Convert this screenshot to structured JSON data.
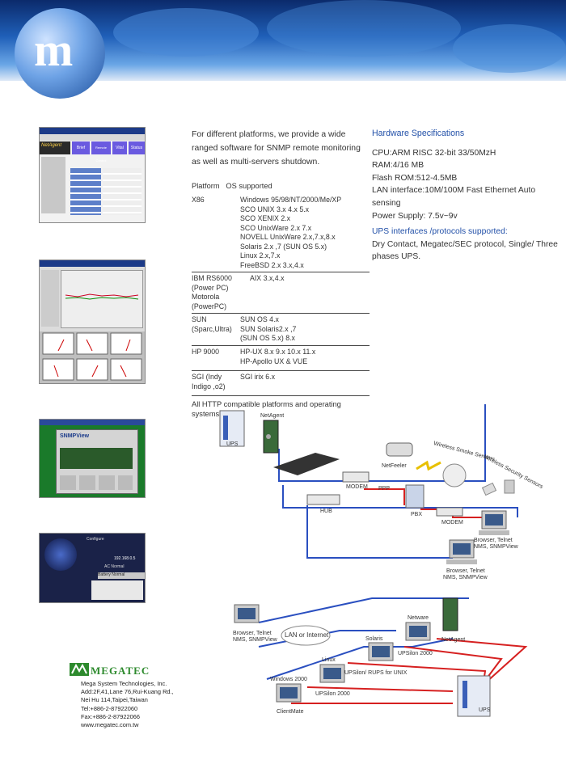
{
  "intro_text": "For different platforms, we provide a wide ranged software for SNMP remote monitoring as well as multi-servers shutdown.",
  "os_header": "Platform   OS supported",
  "os_rows": [
    {
      "platform": "X86",
      "os": [
        "Windows 95/98/NT/2000/Me/XP",
        "SCO UNIX 3.x 4.x 5.x",
        "SCO XENIX 2.x",
        "SCO UnixWare 2.x 7.x",
        "NOVELL UnixWare 2.x,7.x,8.x",
        "Solaris 2.x ,7 (SUN OS 5.x)",
        "Linux 2.x,7.x",
        "FreeBSD 2.x 3.x,4.x"
      ]
    },
    {
      "platform": "IBM RS6000 (Power PC) Motorola (PowerPC)",
      "os": [
        "AIX 3.x,4.x"
      ]
    },
    {
      "platform": "SUN (Sparc,Ultra)",
      "os": [
        "SUN OS 4.x",
        "SUN Solaris2.x ,7",
        "(SUN OS 5.x) 8.x"
      ]
    },
    {
      "platform": "HP 9000",
      "os": [
        "HP-UX 8.x 9.x 10.x 11.x",
        "HP-Apollo UX & VUE"
      ]
    },
    {
      "platform": "SGI (Indy Indigo ,o2)",
      "os": [
        "SGI irix 6.x"
      ]
    }
  ],
  "os_footer": "All HTTP compatible platforms and operating systems.",
  "hardware": {
    "title": "Hardware Specifications",
    "specs": [
      "CPU:ARM RISC 32-bit 33/50MzH",
      "RAM:4/16 MB",
      "Flash ROM:512-4.5MB",
      "LAN interface:10M/100M Fast Ethernet Auto sensing",
      "Power Supply: 7.5v~9v"
    ],
    "ups_title": "UPS interfaces /protocols supported:",
    "ups_text": "Dry Contact, Megatec/SEC protocol, Single/ Three phases UPS."
  },
  "diagram1": {
    "netagent": "NetAgent",
    "ups": "UPS",
    "netfeeler": "NetFeeler",
    "smoke": "Wireless Smoke Sensors",
    "security": "Wireless Security Sensors",
    "modem1": "MODEM",
    "ppp": "PPP",
    "pbx": "PBX",
    "hub": "HUB",
    "modem2": "MODEM",
    "browser1": "Browser, Telnet",
    "browser1b": "NMS, SNMPView",
    "browser2": "Browser, Telnet",
    "browser2b": "NMS, SNMPView"
  },
  "diagram2": {
    "browser": "Browser, Telnet",
    "browserb": "NMS, SNMPView",
    "lan": "LAN or Internet",
    "netware": "Netware",
    "netagent": "NetAgent",
    "solaris": "Solaris",
    "upsilon1": "UPSilon 2000",
    "linux": "Linux",
    "rups": "UPSilon/ RUPS for UNIX",
    "win2000": "Windows 2000",
    "upsilon2": "UPSilon 2000",
    "clientmate": "ClientMate",
    "ups": "UPS"
  },
  "screens": {
    "s1_title": "NetAgent",
    "s1_btn1": "Brief",
    "s1_btn2": "Remote Control",
    "s1_btn3": "Vital",
    "s1_btn4": "Status",
    "s3_title": "SNMPView",
    "s4_title": "Configure",
    "s4_ip": "192.168.0.5",
    "s4_mode": "AC Normal",
    "s4_state": "Battery Normal"
  },
  "company": {
    "brand": "MEGATEC",
    "lines": [
      "Mega System Technologies, Inc.",
      "Add:2F,41,Lane 76,Rui-Kuang Rd.,",
      "Nei Hu 114,Taipei,Taiwan",
      "Tel:+886-2-87922060",
      "Fax:+886-2-87922066",
      "www.megatec.com.tw"
    ]
  },
  "colors": {
    "accent_blue": "#2250a8",
    "red_link": "#d62020",
    "blue_link": "#2a4fc0"
  }
}
